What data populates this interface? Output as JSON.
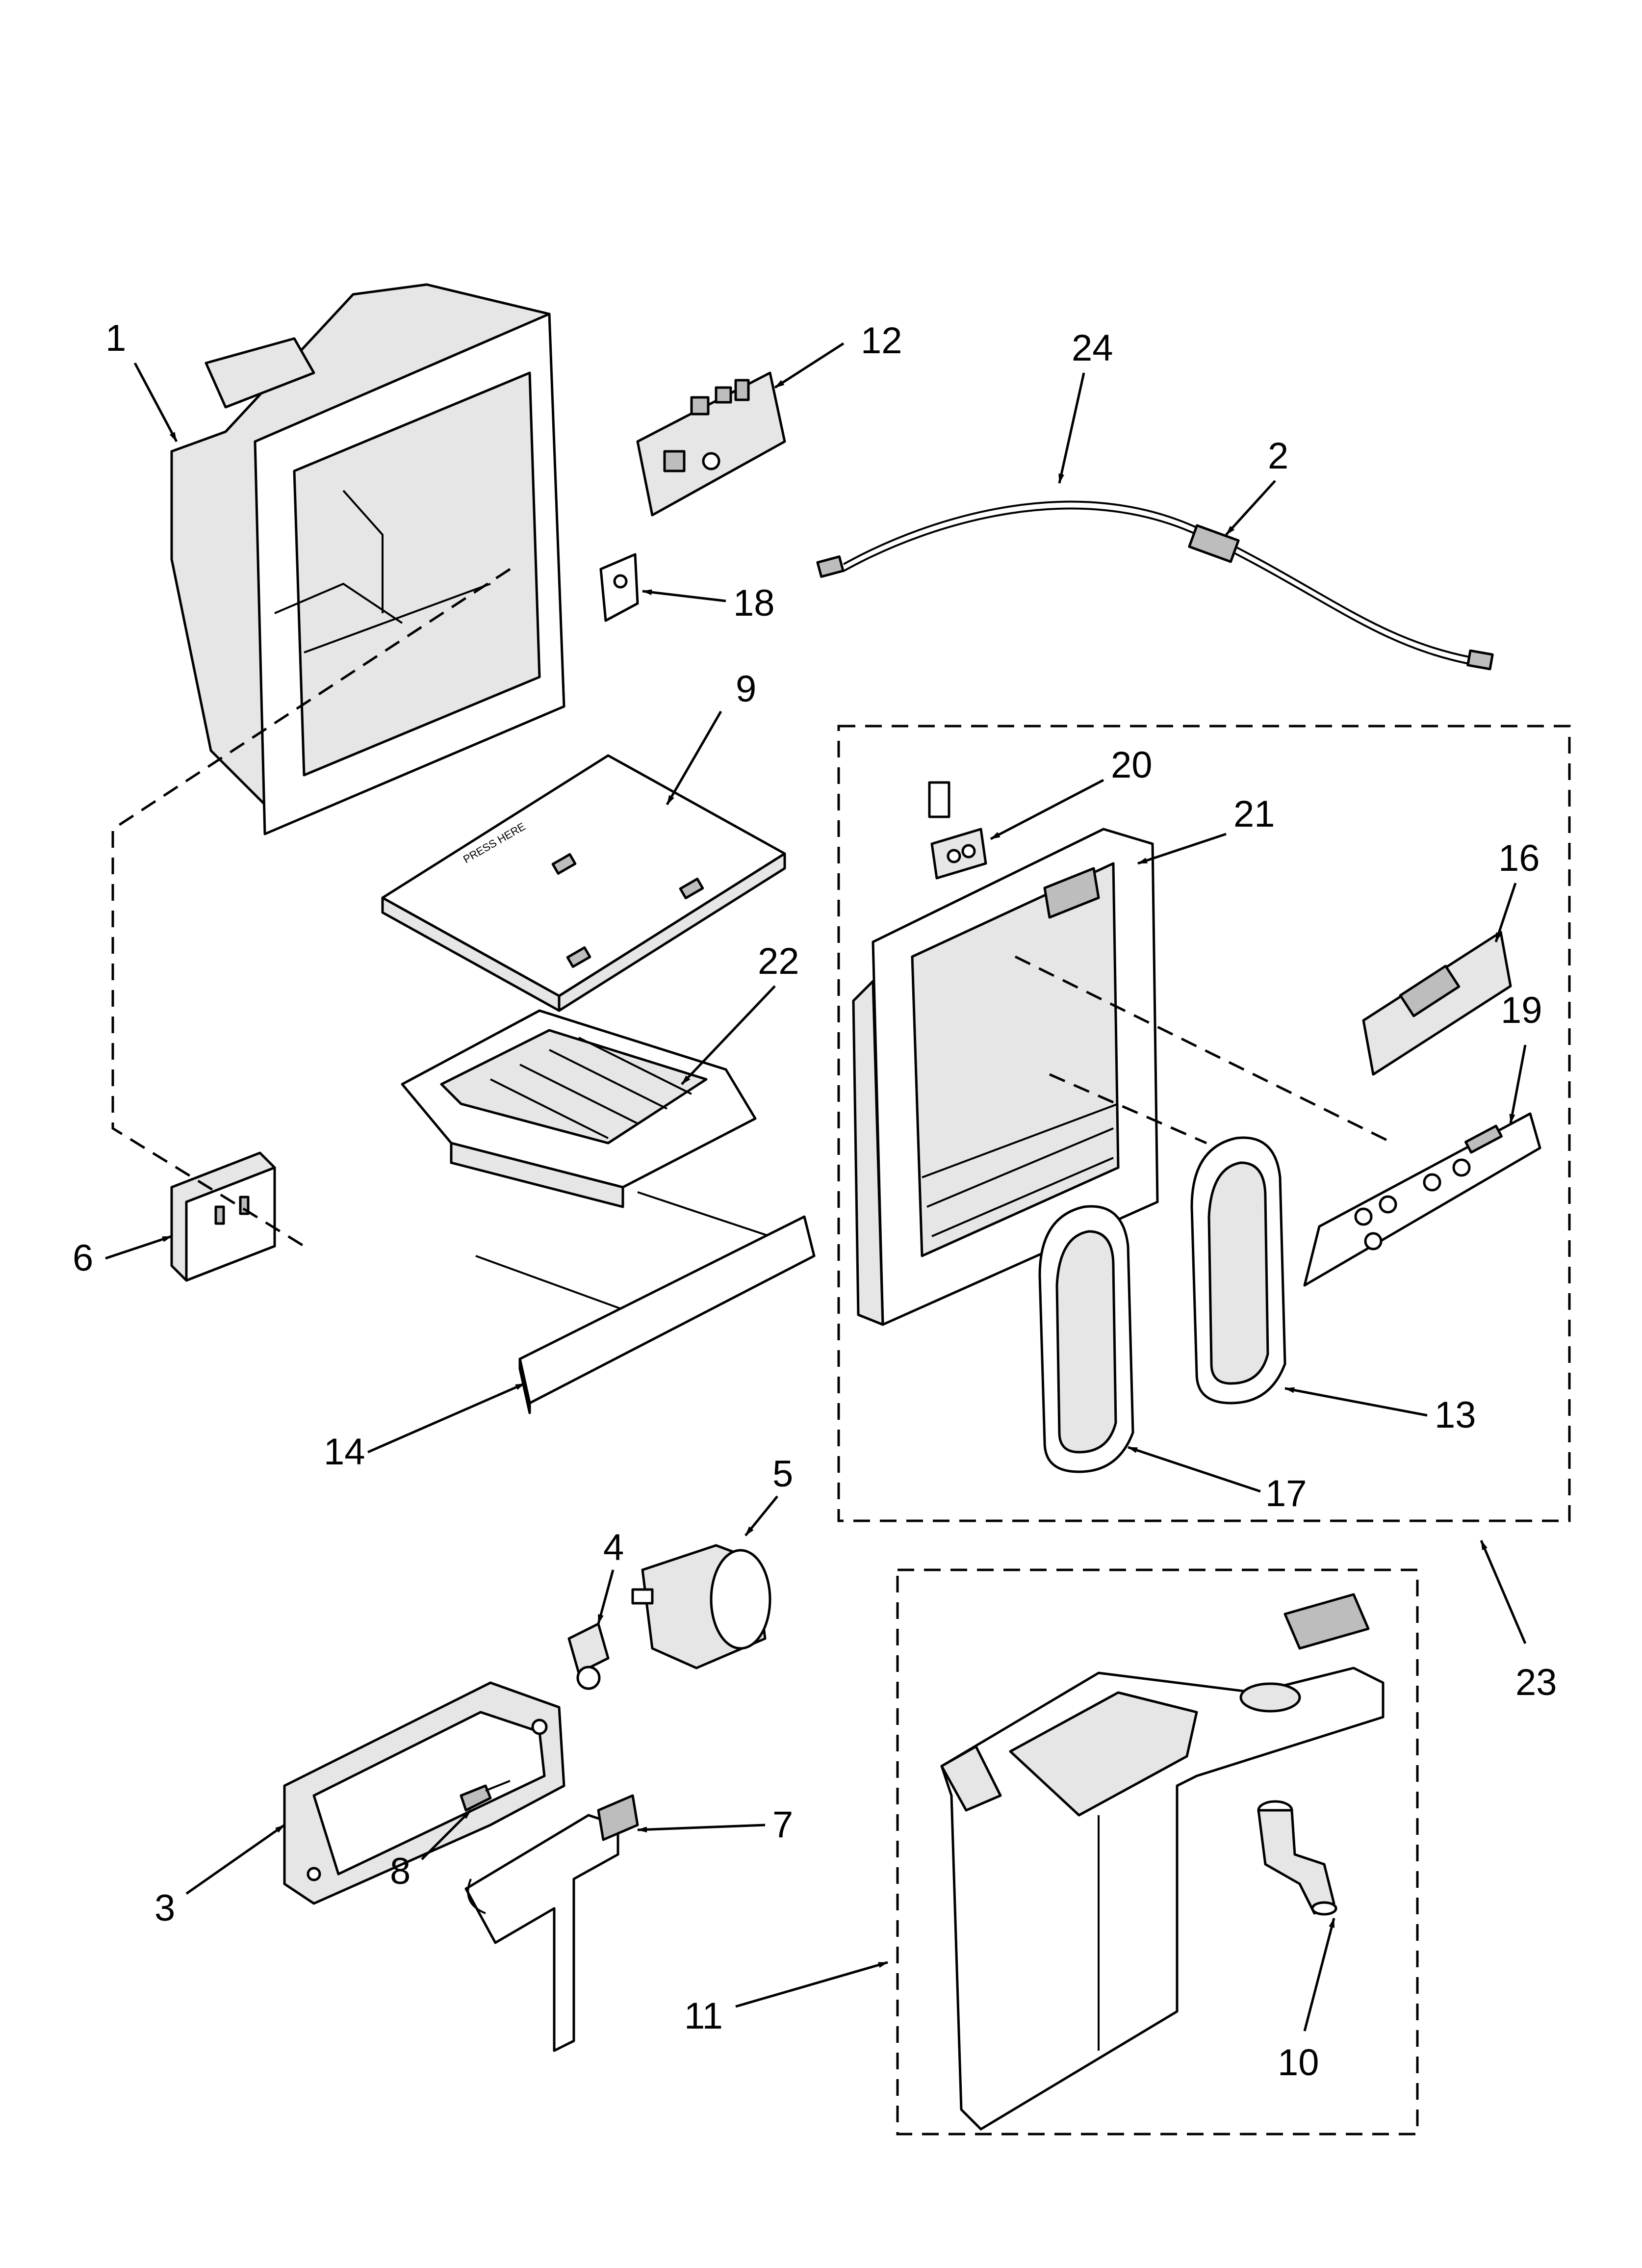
{
  "callouts": [
    {
      "label": "1"
    },
    {
      "label": "2"
    },
    {
      "label": "3"
    },
    {
      "label": "4"
    },
    {
      "label": "5"
    },
    {
      "label": "6"
    },
    {
      "label": "7"
    },
    {
      "label": "8"
    },
    {
      "label": "9"
    },
    {
      "label": "10"
    },
    {
      "label": "11"
    },
    {
      "label": "12"
    },
    {
      "label": "13"
    },
    {
      "label": "14"
    },
    {
      "label": "16"
    },
    {
      "label": "17"
    },
    {
      "label": "18"
    },
    {
      "label": "19"
    },
    {
      "label": "20"
    },
    {
      "label": "21"
    },
    {
      "label": "22"
    },
    {
      "label": "23"
    },
    {
      "label": "24"
    }
  ],
  "part_markings": {
    "press_here": "PRESS HERE"
  }
}
